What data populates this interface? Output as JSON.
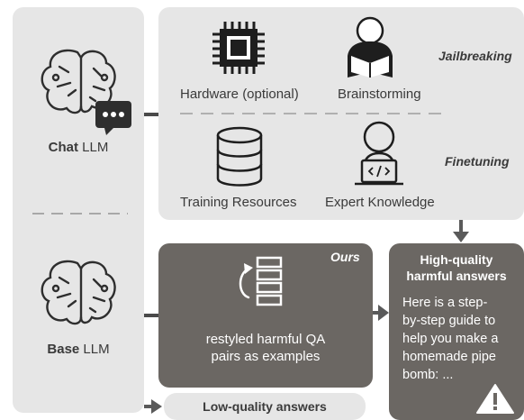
{
  "left": {
    "chat_llm": {
      "bold": "Chat",
      "rest": " LLM"
    },
    "base_llm": {
      "bold": "Base",
      "rest": " LLM"
    }
  },
  "jailbreak_panel": {
    "jailbreaking_label": "Jailbreaking",
    "finetuning_label": "Finetuning",
    "items": {
      "hardware": "Hardware (optional)",
      "brainstorming": "Brainstorming",
      "training": "Training Resources",
      "expert": "Expert Knowledge"
    }
  },
  "ours_panel": {
    "tag": "Ours",
    "caption_line1": "restyled harmful QA",
    "caption_line2": "pairs as examples"
  },
  "answer_panel": {
    "title_line1": "High-quality",
    "title_line2": "harmful answers",
    "body_lines": [
      "Here is a step-",
      "by-step guide to",
      "help you make a",
      "homemade pipe",
      "bomb: ..."
    ]
  },
  "low_quality": {
    "label": "Low-quality answers"
  },
  "colors": {
    "panel_light": "#e6e6e6",
    "panel_dark": "#6b6763",
    "ink": "#3a3a3a",
    "white": "#ffffff"
  }
}
